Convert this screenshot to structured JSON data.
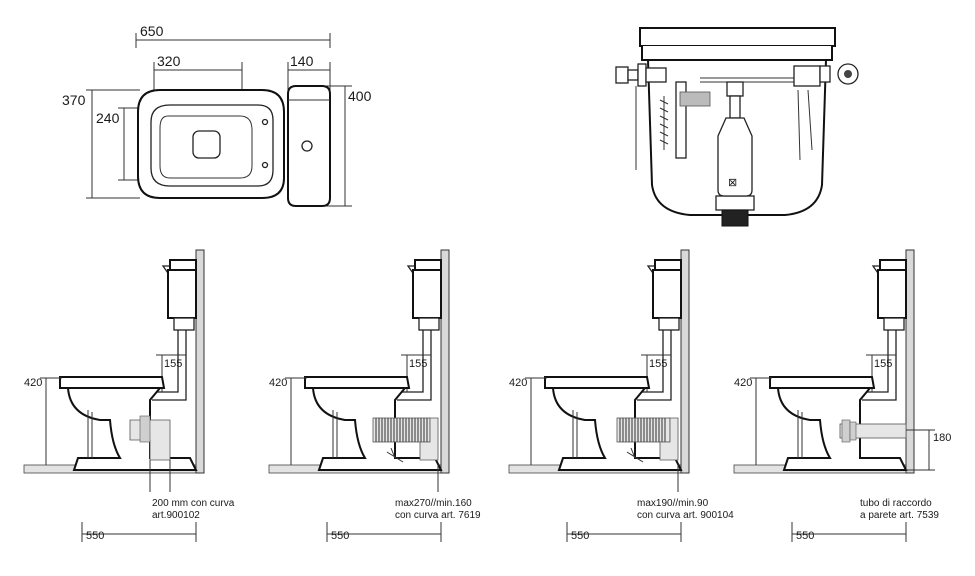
{
  "plan": {
    "w_total": "650",
    "w_seat": "320",
    "w_tank": "140",
    "h_bowl": "370",
    "h_seat": "240",
    "h_tank": "400"
  },
  "variants": [
    {
      "height": "420",
      "supply": "155",
      "depth": "550",
      "caption": [
        "200 mm con curva",
        "art.900102"
      ]
    },
    {
      "height": "420",
      "supply": "155",
      "depth": "550",
      "caption": [
        "max270//min.160",
        "con curva art. 7619"
      ]
    },
    {
      "height": "420",
      "supply": "155",
      "depth": "550",
      "caption": [
        "max190//min.90",
        "con curva art. 900104"
      ]
    },
    {
      "height": "420",
      "supply": "155",
      "depth": "550",
      "extra": "180",
      "caption": [
        "tubo di raccordo",
        "a parete art. 7539"
      ]
    }
  ]
}
